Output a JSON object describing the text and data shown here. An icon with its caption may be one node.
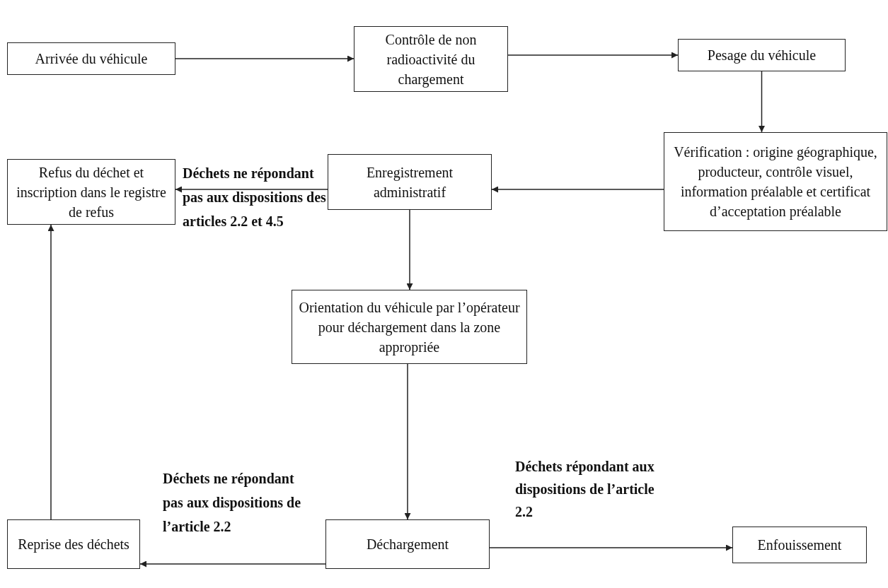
{
  "diagram": {
    "nodes": [
      {
        "text": [
          "Arrivée du véhicule"
        ]
      },
      {
        "text": [
          "Contrôle de non radioactivité du chargement"
        ]
      },
      {
        "text": [
          "Pesage du véhicule"
        ]
      },
      {
        "text": [
          "Vérification : origine géographique, producteur, contrôle visuel, information préalable et certificat d’acceptation préalable"
        ]
      },
      {
        "text": [
          "Enregistrement administratif"
        ]
      },
      {
        "text": [
          "Refus du déchet et inscription dans le registre de refus"
        ]
      },
      {
        "text": [
          "Orientation du véhicule par l’opérateur pour déchargement dans la zone appropriée"
        ]
      },
      {
        "text": [
          "Déchargement"
        ]
      },
      {
        "text": [
          "Reprise des déchets"
        ]
      },
      {
        "text": [
          "Enfouissement"
        ]
      }
    ],
    "edges": [
      {
        "from": 0,
        "to": 1,
        "arrow": "to"
      },
      {
        "from": 1,
        "to": 2,
        "arrow": "to"
      },
      {
        "from": 2,
        "to": 3,
        "arrow": "to"
      },
      {
        "from": 3,
        "to": 4,
        "arrow": "to"
      },
      {
        "from": 4,
        "to": 5,
        "arrow": "to",
        "label": "Déchets ne répondant pas aux dispositions des articles 2.2 et 4.5"
      },
      {
        "from": 4,
        "to": 6,
        "arrow": "to"
      },
      {
        "from": 6,
        "to": 7,
        "arrow": "to"
      },
      {
        "from": 7,
        "to": 8,
        "arrow": "to",
        "label": "Déchets ne répondant pas aux dispositions de l’article 2.2"
      },
      {
        "from": 7,
        "to": 9,
        "arrow": "to",
        "label": "Déchets répondant aux dispositions de l’article 2.2"
      },
      {
        "from": 8,
        "to": 5,
        "arrow": "to"
      }
    ]
  }
}
